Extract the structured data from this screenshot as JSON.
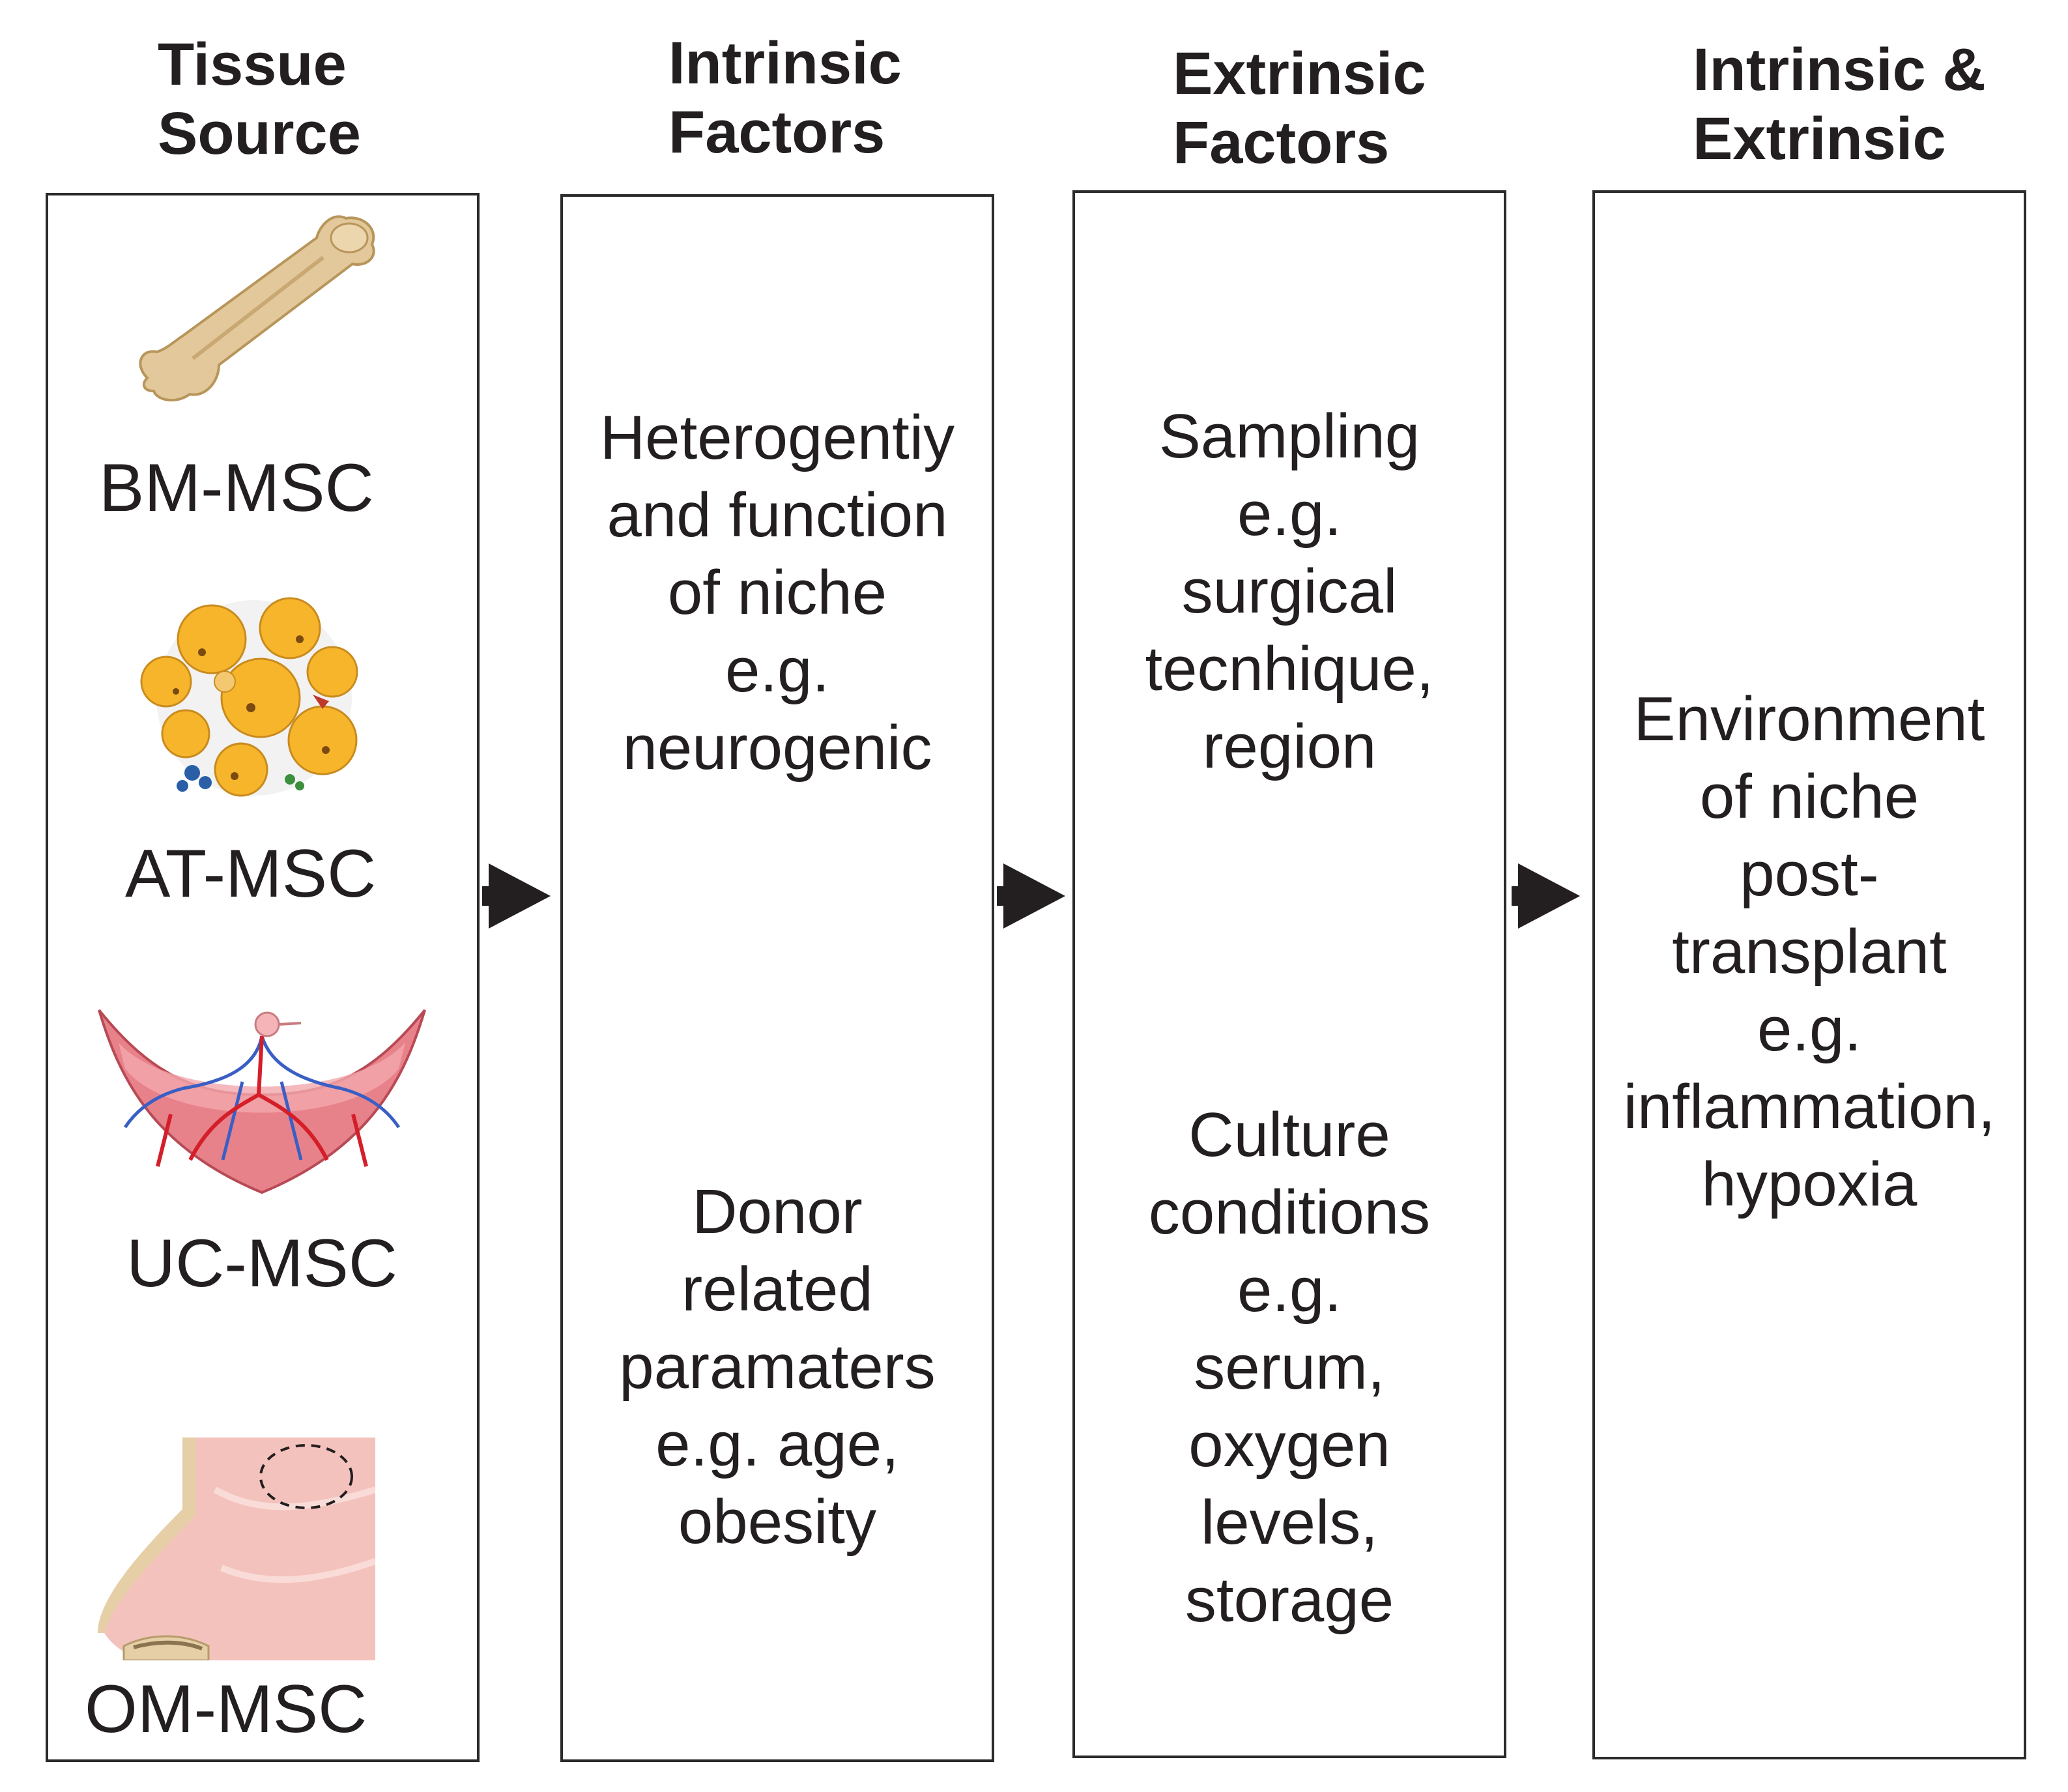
{
  "columns": [
    {
      "title_lines": [
        "Tissue",
        "Source"
      ]
    },
    {
      "title_lines": [
        "Intrinsic",
        "Factors"
      ]
    },
    {
      "title_lines": [
        "Extrinsic",
        "Factors"
      ]
    },
    {
      "title_lines": [
        "Intrinsic &",
        "Extrinsic"
      ]
    }
  ],
  "tissue_sources": [
    {
      "label": "BM-MSC",
      "icon": "femur-bone-icon"
    },
    {
      "label": "AT-MSC",
      "icon": "adipose-cells-icon"
    },
    {
      "label": "UC-MSC",
      "icon": "placenta-umbilical-icon"
    },
    {
      "label": "OM-MSC",
      "icon": "nasal-mucosa-icon"
    }
  ],
  "intrinsic": {
    "block1": [
      "Heterogentiy",
      "and function",
      "of niche",
      "e.g.",
      "neurogenic"
    ],
    "block2": [
      "Donor",
      "related",
      "paramaters",
      "e.g. age,",
      "obesity"
    ]
  },
  "extrinsic": {
    "block1": [
      "Sampling",
      "e.g.",
      "surgical",
      "tecnhique,",
      "region"
    ],
    "block2": [
      "Culture",
      "conditions",
      "e.g.",
      "serum,",
      "oxygen",
      "levels,",
      "storage"
    ]
  },
  "combined": {
    "block1": [
      "Environment",
      "of niche",
      "post-",
      "transplant",
      "e.g.",
      "inflammation,",
      "hypoxia"
    ]
  },
  "colors": {
    "arrow": "#231f20",
    "border": "#2b2b2b",
    "text": "#231f20"
  }
}
